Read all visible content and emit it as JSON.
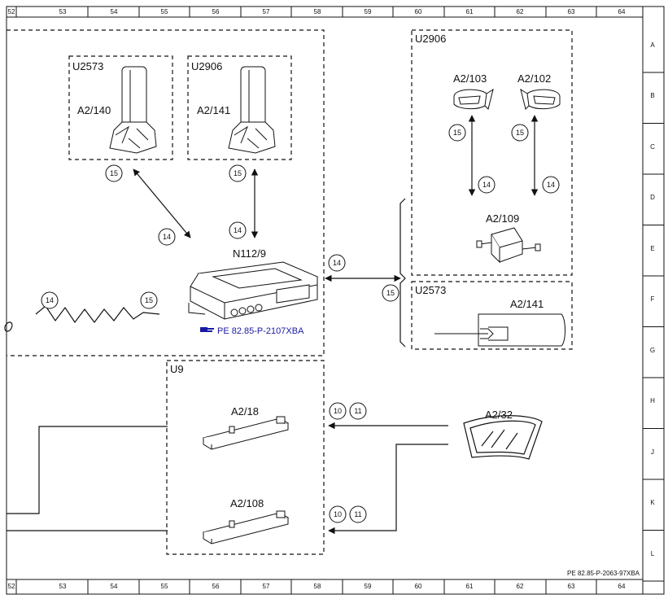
{
  "grid": {
    "columns": [
      "52",
      "53",
      "54",
      "55",
      "56",
      "57",
      "58",
      "59",
      "60",
      "61",
      "62",
      "63",
      "64"
    ],
    "rows": [
      "A",
      "B",
      "C",
      "D",
      "E",
      "F",
      "G",
      "H",
      "J",
      "K",
      "L"
    ]
  },
  "groups": {
    "u2573_left": "U2573",
    "u2906_left": "U2906",
    "u2906_right": "U2906",
    "u2573_right": "U2573",
    "u9": "U9"
  },
  "components": {
    "a2_140": "A2/140",
    "a2_141_left": "A2/141",
    "a2_103": "A2/103",
    "a2_102": "A2/102",
    "a2_109": "A2/109",
    "a2_141_right": "A2/141",
    "n112_9": "N112/9",
    "a2_18": "A2/18",
    "a2_108": "A2/108",
    "a2_32": "A2/32"
  },
  "callouts": {
    "c15_a": "15",
    "c14_a": "14",
    "c15_b": "15",
    "c14_b": "14",
    "c15_c": "15",
    "c14_c": "14",
    "c15_d": "15",
    "c14_d": "14",
    "c14_e": "14",
    "c15_e": "15",
    "c14_f": "14",
    "c15_f": "15",
    "c10_a": "10",
    "c11_a": "11",
    "c10_b": "10",
    "c11_b": "11"
  },
  "reference_link": "PE 82.85-P-2107XBA",
  "footer_code": "PE 82.85-P-2063-97XBA",
  "colors": {
    "link_blue": "#1a1aa6",
    "line": "#111111"
  }
}
